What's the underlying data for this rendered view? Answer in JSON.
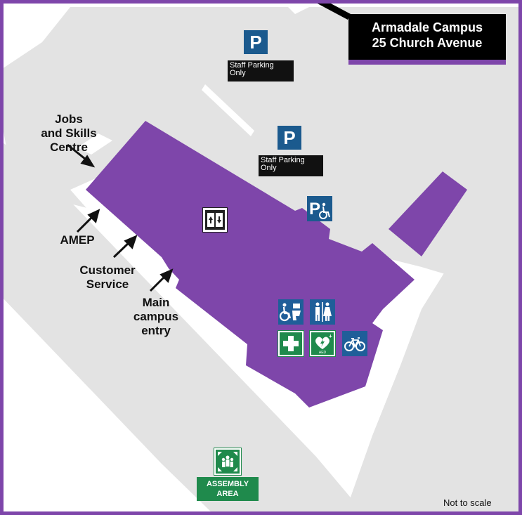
{
  "map": {
    "title_line1": "Armadale Campus",
    "title_line2": "25 Church Avenue",
    "scale_note": "Not to scale",
    "colors": {
      "building": "#7e46aa",
      "road": "#e3e3e3",
      "border": "#7e46aa",
      "parking_sign": "#1b5a8e",
      "facility_sign": "#1f5e99",
      "first_aid": "#1f8a4c"
    }
  },
  "labels": {
    "jobs": [
      "Jobs",
      "and Skills",
      "Centre"
    ],
    "amep": "AMEP",
    "customer": [
      "Customer",
      "Service"
    ],
    "entry": [
      "Main",
      "campus",
      "entry"
    ]
  },
  "parking": {
    "letter": "P",
    "staff_text_line1": "Staff Parking",
    "staff_text_line2": "Only",
    "accessible_letter": "P"
  },
  "facilities": {
    "icons": [
      "lift-icon",
      "accessible-parking-icon",
      "accessible-toilet-icon",
      "toilets-icon",
      "first-aid-icon",
      "aed-icon",
      "bicycle-parking-icon",
      "assembly-point-icon"
    ],
    "aed_text": "AED"
  },
  "assembly": {
    "line1": "ASSEMBLY",
    "line2": "AREA"
  }
}
